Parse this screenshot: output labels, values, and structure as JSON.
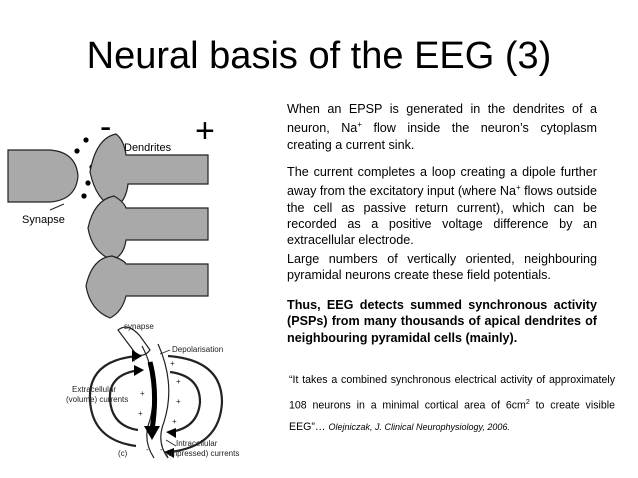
{
  "slide": {
    "title": "Neural basis of the EEG (3)",
    "paragraphs": {
      "p1_a": "When an EPSP is generated in the dendrites of a neuron, Na",
      "p1_b": "flow inside the neuron’s cytoplasm creating a current sink.",
      "p2_a": "The current completes a loop creating a dipole further away from the excitatory input (where Na",
      "p2_b": "flows outside the cell as passive return current), which can be recorded as a positive voltage difference by an extracellular electrode.",
      "p3": "Large numbers of vertically oriented, neighbouring pyramidal neurons create these field potentials.",
      "p4": "Thus, EEG detects summed synchronous activity (PSPs) from many thousands of apical dendrites of neighbouring pyramidal cells (mainly).",
      "superscript_plus": "+"
    },
    "quote": {
      "part1": "“It takes a combined synchronous electrical activity of approximately 108 neurons in a minimal cortical area of 6cm",
      "superscript": "2",
      "part2": " to create visible EEG”… ",
      "citation": "Olejniczak, J. Clinical Neurophysiology, 2006."
    }
  },
  "diagram_top": {
    "minus_sign": "-",
    "plus_sign": "+",
    "dendrites_label": "Dendrites",
    "synapse_label": "Synapse"
  },
  "diagram_bottom": {
    "synapse": "synapse",
    "depolarisation": "Depolarisation",
    "extracellular_1": "Extracellular",
    "extracellular_2": "(volume) currents",
    "intracellular_1": "Intracellular",
    "intracellular_2": "(impressed) currents",
    "panel_label": "(c)",
    "plus": "+",
    "minus": "-"
  },
  "colors": {
    "neuron_fill": "#a9a9a9",
    "neuron_stroke": "#222222",
    "text": "#000000"
  }
}
